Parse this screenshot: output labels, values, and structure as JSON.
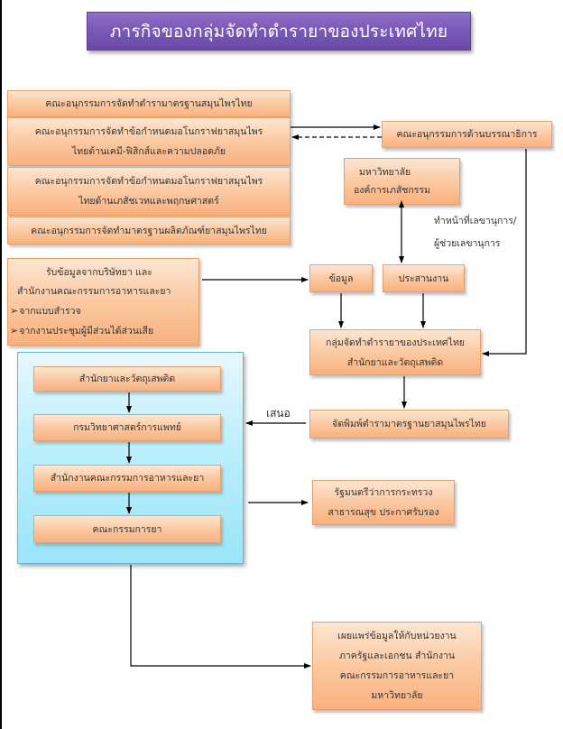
{
  "title": "ภารกิจของกลุ่มจัดทำตำรายาของประเทศไทย",
  "committees": [
    {
      "lines": [
        "คณะอนุกรรมการจัดทำตำรามาตรฐานสมุนไพรไทย"
      ]
    },
    {
      "lines": [
        "คณะอนุกรรมการจัดทำข้อกำหนดมอโนกราฟยาสมุนไพร",
        "ไทยด้านเคมี-ฟิสิกส์และความปลอดภัย"
      ]
    },
    {
      "lines": [
        "คณะอนุกรรมการจัดทำข้อกำหนดมอโนกราฟยาสมุนไพร",
        "ไทยด้านเภสัชเวทและพฤกษศาสตร์"
      ]
    },
    {
      "lines": [
        "คณะอนุกรรมการจัดทำมาตรฐานผลิตภัณฑ์ยาสมุนไพรไทย"
      ]
    }
  ],
  "editorial_committee": "คณะอนุกรรมการด้านบรรณาธิการ",
  "university_box": {
    "lines": [
      "มหาวิทยาลัย",
      "องค์การเภสัชกรรม"
    ]
  },
  "secretary_note": {
    "lines": [
      "ทำหน้าที่เลขานุการ/",
      "ผู้ช่วยเลขานุการ"
    ]
  },
  "input_box": {
    "lines": [
      "รับข้อมูลจากบริษัทยา  และ",
      "สำนักงานคณะกรรมการอาหารและยา"
    ],
    "bullets": [
      "จากแบบสำรวจ",
      "จากงานประชุมผู้มีส่วนได้ส่วนเสีย"
    ],
    "bullet_icon": "➢"
  },
  "data_box": "ข้อมูล",
  "coordinate_box": "ประสานงาน",
  "group_box": {
    "lines": [
      "กลุ่มจัดทำตำรายาของประเทศไทย",
      "สำนักยาและวัตถุเสพติด"
    ]
  },
  "publish_box": "จัดพิมพ์ตำรามาตรฐานยาสมุนไพรไทย",
  "propose_label": "เสนอ",
  "approval_chain": [
    "สำนักยาและวัตถุเสพติด",
    "กรมวิทยาศาสตร์การแพทย์",
    "สำนักงานคณะกรรมการอาหารและยา",
    "คณะกรรมการยา"
  ],
  "minister_box": {
    "lines": [
      "รัฐมนตรีว่าการกระทรวง",
      "สาธารณสุข  ประกาศรับรอง"
    ]
  },
  "dissemination_box": {
    "lines": [
      "เผยแพร่ข้อมูลให้กับหน่วยงาน",
      "ภาครัฐและเอกชน สำนักงาน",
      "คณะกรรมการอาหารและยา",
      "มหาวิทยาลัย"
    ]
  },
  "colors": {
    "title_bg": "#7a5ab8",
    "box_fill": "#fbc9a2",
    "box_border": "#e8a06a",
    "panel_fill": "#b9eefc",
    "connector": "#000000"
  }
}
